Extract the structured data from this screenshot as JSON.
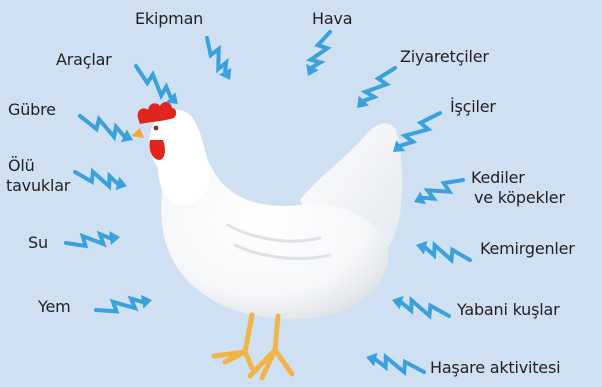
{
  "labels": {
    "ekipman": "Ekipman",
    "hava": "Hava",
    "araclar": "Araçlar",
    "ziyaretciler": "Ziyaretçiler",
    "gubre": "Gübre",
    "isciler": "İşçiler",
    "olu_tavuklar_1": "Ölü",
    "olu_tavuklar_2": "tavuklar",
    "kediler_1": "Kediler",
    "kediler_2": "ve köpekler",
    "su": "Su",
    "kemirgenler": "Kemirgenler",
    "yem": "Yem",
    "yabani_kuslar": "Yabani kuşlar",
    "hasare": "Haşare aktivitesi"
  },
  "colors": {
    "background": "#cfe0f3",
    "arrow": "#3aa1dc",
    "text": "#231f20",
    "comb": "#e0261c",
    "beak": "#f2a93b",
    "feather": "#ffffff",
    "shade": "#dfe3e8",
    "legs": "#f0b548"
  },
  "icons": [
    "zigzag-arrow-icon",
    "white-hen-illustration"
  ]
}
